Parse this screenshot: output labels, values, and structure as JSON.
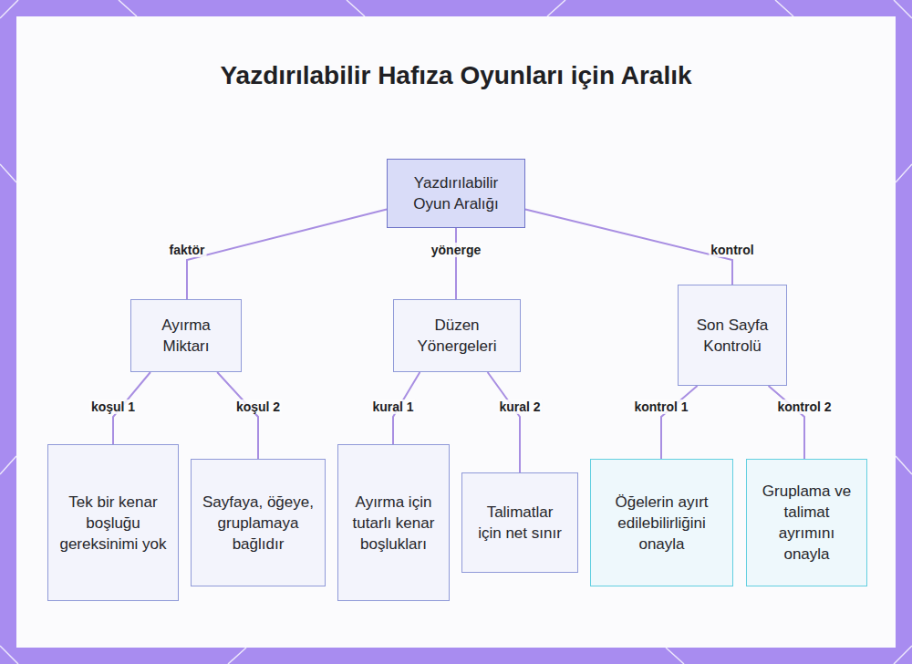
{
  "diagram": {
    "title": "Yazdırılabilir Hafıza Oyunları için Aralık",
    "nodes": [
      {
        "text": [
          "Yazdırılabilir Oyun Aralığı"
        ]
      },
      {
        "text": [
          "Ayırma Miktarı"
        ]
      },
      {
        "text": [
          "Düzen Yönergeleri"
        ]
      },
      {
        "text": [
          "Son Sayfa Kontrolü"
        ]
      },
      {
        "text": [
          "Tek bir kenar boşluğu gereksinimi yok"
        ]
      },
      {
        "text": [
          "Sayfaya, öğeye, gruplamaya bağlıdır"
        ]
      },
      {
        "text": [
          "Ayırma için tutarlı kenar boşlukları"
        ]
      },
      {
        "text": [
          "Talimatlar için net sınır"
        ]
      },
      {
        "text": [
          "Öğelerin ayırt edilebilirliğini onayla"
        ]
      },
      {
        "text": [
          "Gruplama ve talimat ayrımını onayla"
        ]
      }
    ],
    "edges": [
      {
        "from": 0,
        "to": 1,
        "label": "faktör",
        "arrow": "none"
      },
      {
        "from": 0,
        "to": 2,
        "label": "yönerge",
        "arrow": "none"
      },
      {
        "from": 0,
        "to": 3,
        "label": "kontrol",
        "arrow": "none"
      },
      {
        "from": 1,
        "to": 4,
        "label": "koşul 1",
        "arrow": "none"
      },
      {
        "from": 1,
        "to": 5,
        "label": "koşul 2",
        "arrow": "none"
      },
      {
        "from": 2,
        "to": 6,
        "label": "kural 1",
        "arrow": "none"
      },
      {
        "from": 2,
        "to": 7,
        "label": "kural 2",
        "arrow": "none"
      },
      {
        "from": 3,
        "to": 8,
        "label": "kontrol 1",
        "arrow": "none"
      },
      {
        "from": 3,
        "to": 9,
        "label": "kontrol 2",
        "arrow": "none"
      }
    ]
  }
}
